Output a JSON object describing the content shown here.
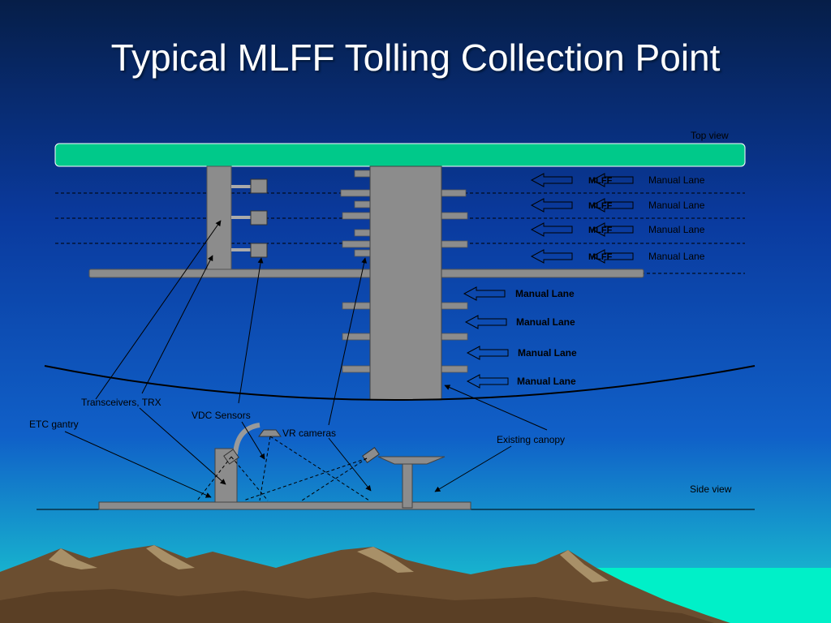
{
  "slide": {
    "title": "Typical MLFF Tolling Collection Point"
  },
  "top_view": {
    "label": "Top view",
    "mlff_lanes": [
      {
        "tag": "MLFF",
        "lane": "Manual Lane"
      },
      {
        "tag": "MLFF",
        "lane": "Manual Lane"
      },
      {
        "tag": "MLFF",
        "lane": "Manual Lane"
      },
      {
        "tag": "MLFF",
        "lane": "Manual Lane"
      }
    ],
    "manual_lanes": [
      "Manual Lane",
      "Manual Lane",
      "Manual Lane",
      "Manual Lane"
    ]
  },
  "side_view": {
    "label": "Side view"
  },
  "callouts": {
    "etc_gantry": "ETC gantry",
    "transceivers": "Transceivers, TRX",
    "vdc_sensors": "VDC Sensors",
    "vr_cameras": "VR cameras",
    "existing_canopy": "Existing canopy"
  },
  "colors": {
    "bg_top": "#06224f",
    "bg_mid": "#0b3fa6",
    "bg_bottom": "#19c0c8",
    "sea": "#00f0c8",
    "gantry_bar": "#00c98a",
    "structure": "#8c8c8c",
    "mountain": "#6b4e30",
    "mountain_light": "#a89068"
  }
}
